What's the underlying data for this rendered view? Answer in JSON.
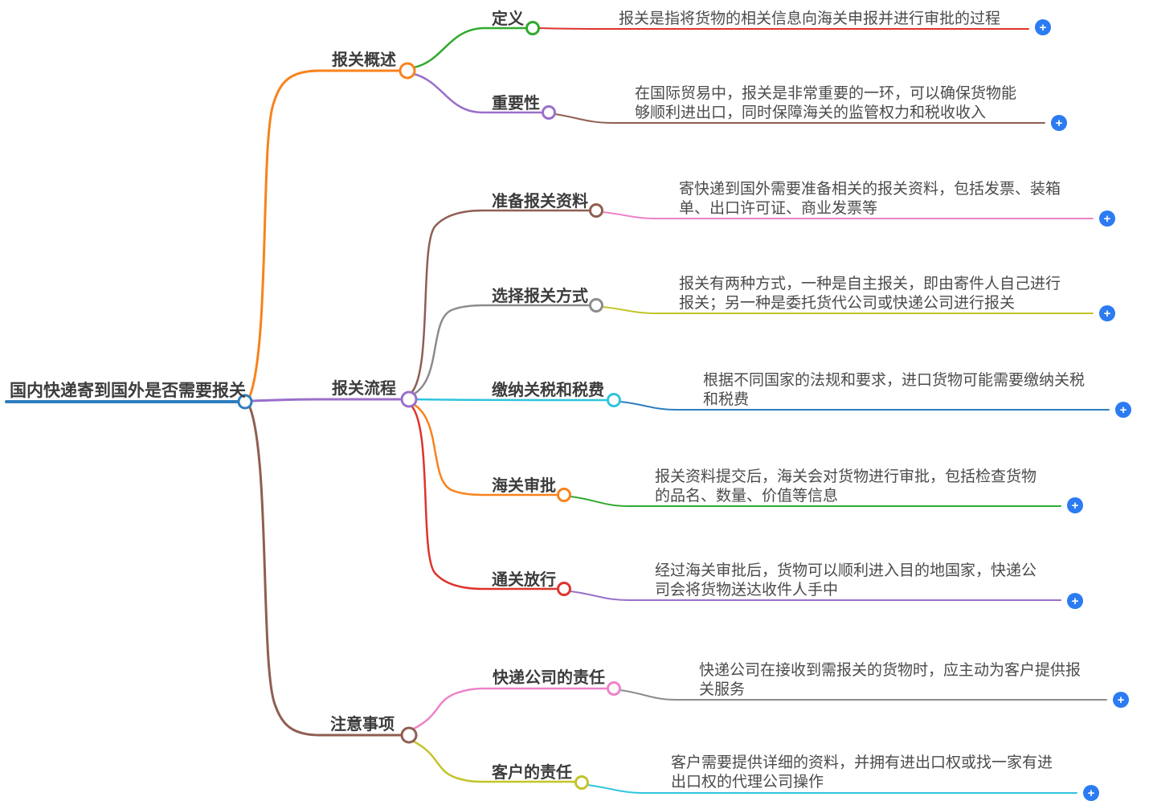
{
  "root": {
    "label": "国内快递寄到国外是否需要报关",
    "color": "#2e7dbe"
  },
  "branches": [
    {
      "label": "报关概述",
      "color": "#f8821c",
      "children": [
        {
          "label": "定义",
          "color": "#2faa2d",
          "line_color": "#dd342c",
          "detail": "报关是指将货物的相关信息向海关申报并进行审批的过程"
        },
        {
          "label": "重要性",
          "color": "#9a6fc9",
          "line_color": "#8f5e52",
          "detail": "在国际贸易中，报关是非常重要的一环，可以确保货物能\n够顺利进出口，同时保障海关的监管权力和税收收入"
        }
      ]
    },
    {
      "label": "报关流程",
      "color": "#9a6fc9",
      "children": [
        {
          "label": "准备报关资料",
          "color": "#8f5e52",
          "line_color": "#ee82c8",
          "detail": "寄快递到国外需要准备相关的报关资料，包括发票、装箱\n单、出口许可证、商业发票等"
        },
        {
          "label": "选择报关方式",
          "color": "#8c8c8c",
          "line_color": "#c2c428",
          "detail": "报关有两种方式，一种是自主报关，即由寄件人自己进行\n报关；另一种是委托货代公司或快递公司进行报关"
        },
        {
          "label": "缴纳关税和税费",
          "color": "#2fc4de",
          "line_color": "#2e7dbe",
          "detail": "根据不同国家的法规和要求，进口货物可能需要缴纳关税\n和税费"
        },
        {
          "label": "海关审批",
          "color": "#f8821c",
          "line_color": "#2faa2d",
          "detail": "报关资料提交后，海关会对货物进行审批，包括检查货物\n的品名、数量、价值等信息"
        },
        {
          "label": "通关放行",
          "color": "#dd342c",
          "line_color": "#9a6fc9",
          "detail": "经过海关审批后，货物可以顺利进入目的地国家，快递公\n司会将货物送达收件人手中"
        }
      ]
    },
    {
      "label": "注意事项",
      "color": "#8f5e52",
      "children": [
        {
          "label": "快递公司的责任",
          "color": "#ee82c8",
          "line_color": "#8c8c8c",
          "detail": "快递公司在接收到需报关的货物时，应主动为客户提供报\n关服务"
        },
        {
          "label": "客户的责任",
          "color": "#c2c428",
          "line_color": "#2fc4de",
          "detail": "客户需要提供详细的资料，并拥有进出口权或找一家有进\n出口权的代理公司操作"
        }
      ]
    }
  ],
  "expand": {
    "glyph": "+",
    "color": "#2b7bf3"
  }
}
